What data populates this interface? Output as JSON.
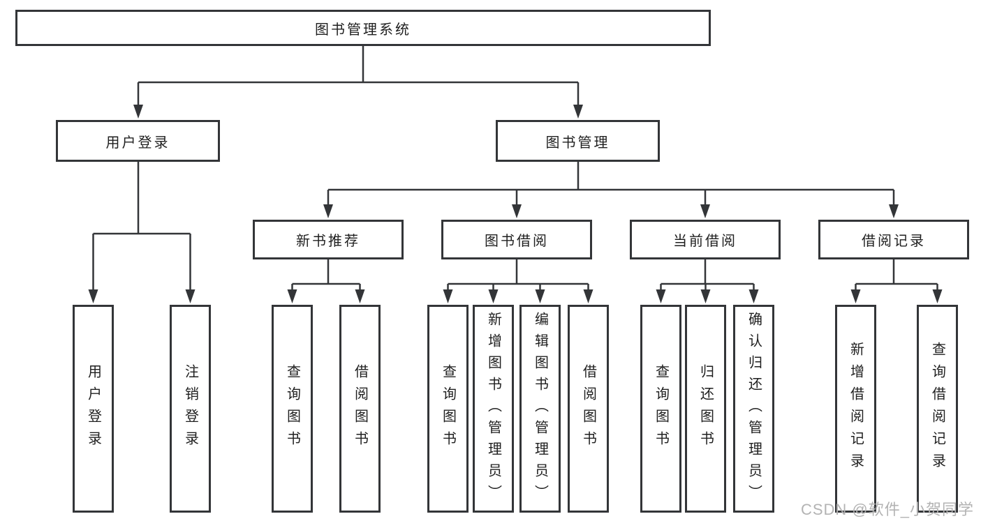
{
  "tree": {
    "root": {
      "label": "图书管理系统"
    },
    "branches": [
      {
        "label": "用户登录",
        "children": [
          {
            "label": "用户登录"
          },
          {
            "label": "注销登录"
          }
        ]
      },
      {
        "label": "图书管理",
        "children": [
          {
            "label": "新书推荐",
            "children": [
              {
                "label": "查询图书"
              },
              {
                "label": "借阅图书"
              }
            ]
          },
          {
            "label": "图书借阅",
            "children": [
              {
                "label": "查询图书"
              },
              {
                "label": "新增图书（管理员）"
              },
              {
                "label": "编辑图书（管理员）"
              },
              {
                "label": "借阅图书"
              }
            ]
          },
          {
            "label": "当前借阅",
            "children": [
              {
                "label": "查询图书"
              },
              {
                "label": "归还图书"
              },
              {
                "label": "确认归还（管理员）"
              }
            ]
          },
          {
            "label": "借阅记录",
            "children": [
              {
                "label": "新增借阅记录"
              },
              {
                "label": "查询借阅记录"
              }
            ]
          }
        ]
      }
    ]
  },
  "watermark": {
    "text": "CSDN @软件_小贺同学"
  },
  "colors": {
    "line": "#333538",
    "box_border": "#333538",
    "text": "#1f1f1f",
    "watermark": "#b3b3b3",
    "background": "#ffffff"
  }
}
